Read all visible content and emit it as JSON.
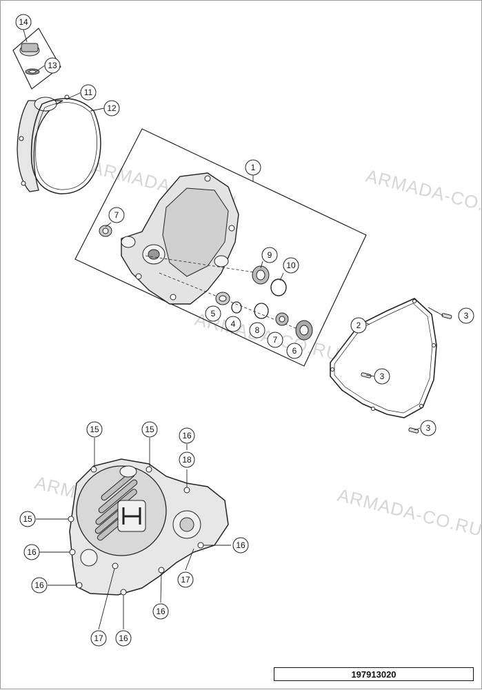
{
  "watermark": "ARMADA-CO.RU",
  "reference_number": "197913020",
  "callout_labels": {
    "c14": "14",
    "c13": "13",
    "c11": "11",
    "c12": "12",
    "c1": "1",
    "c7a": "7",
    "c9": "9",
    "c10": "10",
    "c5": "5",
    "c4": "4",
    "c8": "8",
    "c7b": "7",
    "c6": "6",
    "c2": "2",
    "c3a": "3",
    "c3b": "3",
    "c3c": "3",
    "c15a": "15",
    "c15b": "15",
    "c15c": "15",
    "c16a": "16",
    "c16b": "16",
    "c16c": "16",
    "c16d": "16",
    "c16e": "16",
    "c16f": "16",
    "c18": "18",
    "c17a": "17",
    "c17b": "17"
  }
}
